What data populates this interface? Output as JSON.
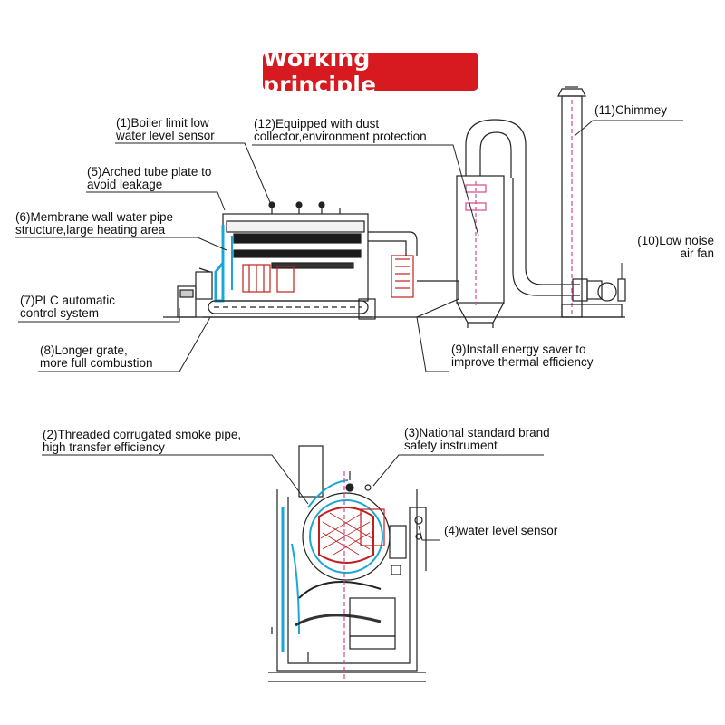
{
  "title": "Working principle",
  "colors": {
    "title_bg": "#d71920",
    "line": "#222222",
    "water": "#1aa7d8",
    "fire": "#c0201c",
    "pink": "#d04a8a"
  },
  "labels": {
    "l1": [
      "(1)Boiler limit low",
      "water level sensor"
    ],
    "l12": [
      "(12)Equipped with dust",
      "collector,environment protection"
    ],
    "l5": [
      "(5)Arched tube plate to",
      "avoid leakage"
    ],
    "l6": [
      "(6)Membrane wall water pipe",
      "structure,large heating area"
    ],
    "l7": [
      "(7)PLC automatic",
      "control system"
    ],
    "l8": [
      "(8)Longer grate,",
      "more full combustion"
    ],
    "l9": [
      "(9)Install energy saver to",
      "improve thermal efficiency"
    ],
    "l10": [
      "(10)Low noise",
      "air fan"
    ],
    "l11": [
      "(11)Chimmey"
    ],
    "l2": [
      "(2)Threaded corrugated smoke pipe,",
      "high transfer efficiency"
    ],
    "l3": [
      "(3)National standard brand",
      "safety instrument"
    ],
    "l4": [
      "(4)water level sensor"
    ]
  }
}
